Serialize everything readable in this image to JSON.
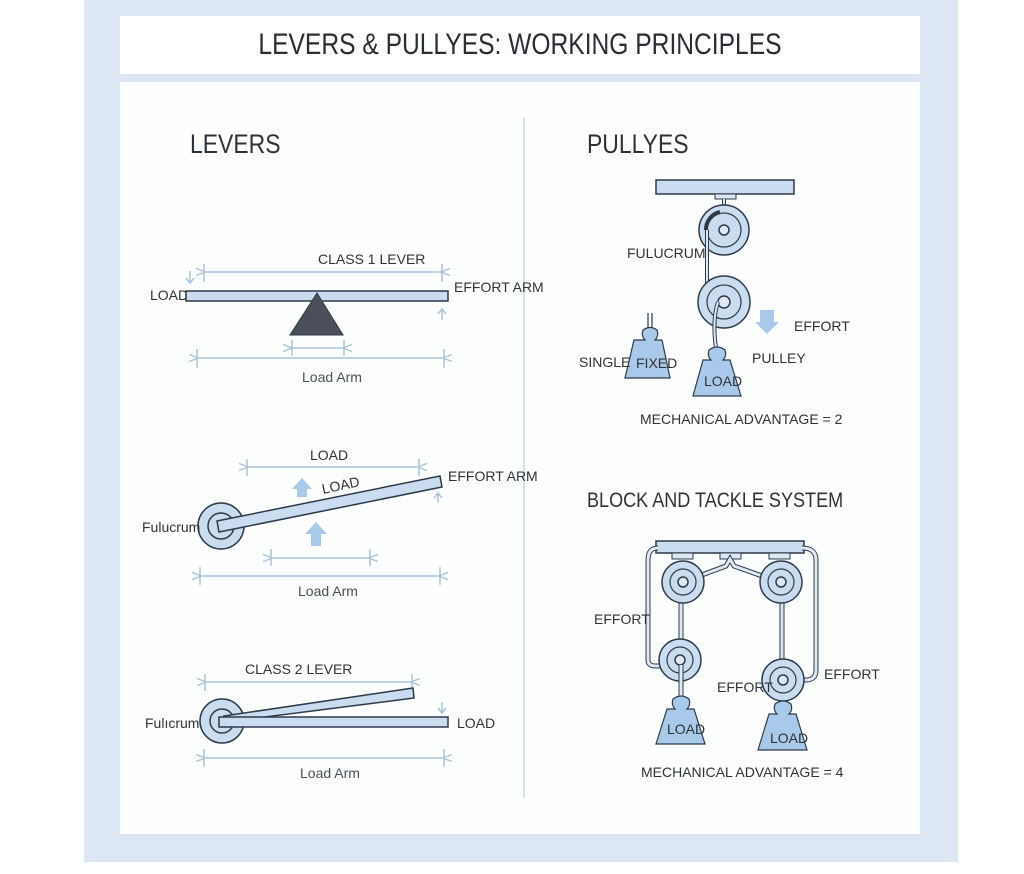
{
  "title": "LEVERS & PULLYES: WORKING PRINCIPLES",
  "colors": {
    "frame": "#dce7f3",
    "part_fill": "#c9dcf0",
    "part_stroke": "#2f3a48",
    "dimension_line": "#a9c4dc",
    "arrow_fill": "#a9c9ea",
    "fulcrum_triangle": "#4a4f5a",
    "text": "#2f3237"
  },
  "levers": {
    "heading": "LEVERS",
    "class1": {
      "title": "CLASS 1 LEVER",
      "left_label": "LOAD",
      "right_label": "EFFORT ARM",
      "bottom_label": "Load Arm"
    },
    "class3": {
      "top_label": "LOAD",
      "beam_label": "LOAD",
      "right_label": "EFFORT ARM",
      "fulcrum_label": "Fulucrum",
      "bottom_label": "Load Arm"
    },
    "class2": {
      "title": "CLASS 2 LEVER",
      "fulcrum_label": "Fulıcrum",
      "right_label": "LOAD",
      "bottom_label": "Load Arm"
    }
  },
  "pulleys": {
    "heading": "PULLYES",
    "single": {
      "fulcrum_label": "FULUCRUM",
      "effort_label": "EFFORT",
      "single_label": "SINGLE",
      "fixed_label": "FIXED",
      "pulley_label": "PULLEY",
      "load_label": "LOAD",
      "advantage": "MECHANICAL ADVANTAGE = 2"
    },
    "block_tackle": {
      "heading": "BLOCK AND TACKLE SYSTEM",
      "effort_left": "EFFORT",
      "effort_mid": "EFFORT",
      "effort_right": "EFFORT",
      "load_left": "LOAD",
      "load_right": "LOAD",
      "advantage": "MECHANICAL ADVANTAGE = 4"
    }
  }
}
